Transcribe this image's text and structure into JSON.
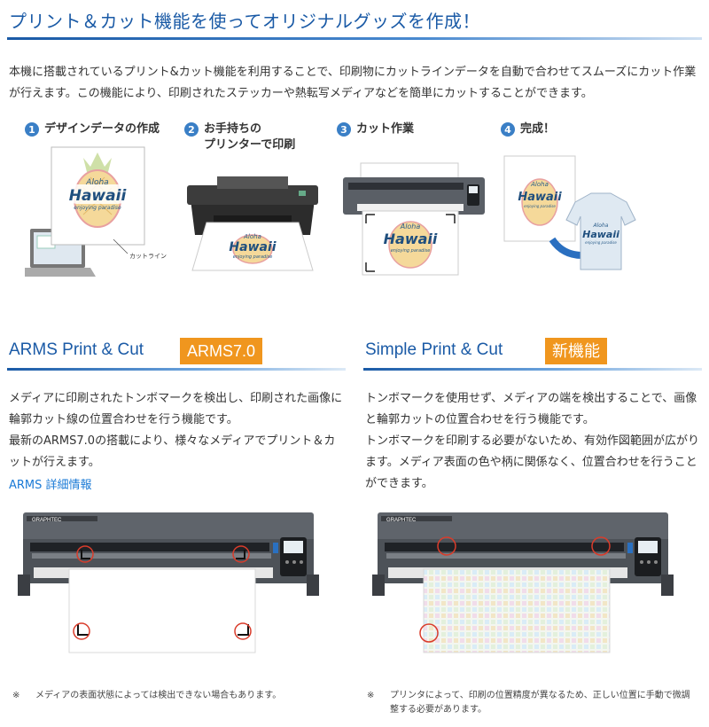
{
  "header": {
    "title": "プリント＆カット機能を使ってオリジナルグッズを作成！"
  },
  "intro": "本機に搭載されているプリント&カット機能を利用することで、印刷物にカットラインデータを自動で合わせてスムーズにカット作業が行えます。この機能により、印刷されたステッカーや熱転写メディアなどを簡単にカットすることができます。",
  "steps": [
    {
      "num": "1",
      "label": "デザインデータの作成"
    },
    {
      "num": "2",
      "label": "お手持ちの\nプリンターで印刷"
    },
    {
      "num": "3",
      "label": "カット作業"
    },
    {
      "num": "4",
      "label": "完成！"
    }
  ],
  "step1": {
    "cut_line_label": "カットライン"
  },
  "artwork": {
    "line1": "Aloha",
    "line2": "Hawaii",
    "line3": "enjoying paradise"
  },
  "machine": {
    "brand": "GRAPHTEC"
  },
  "arms": {
    "title": "ARMS Print & Cut",
    "badge": "ARMS7.0",
    "desc1": "メディアに印刷されたトンボマークを検出し、印刷された画像に輪郭カット線の位置合わせを行う機能です。",
    "desc2": "最新のARMS7.0の搭載により、様々なメディアでプリント＆カットが行えます。",
    "link": "ARMS 詳細情報",
    "note_mark": "※",
    "note": "メディアの表面状態によっては検出できない場合もあります。"
  },
  "simple": {
    "title": "Simple Print & Cut",
    "badge": "新機能",
    "desc1": "トンボマークを使用せず、メディアの端を検出することで、画像と輪郭カットの位置合わせを行う機能です。",
    "desc2": "トンボマークを印刷する必要がないため、有効作図範囲が広がります。メディア表面の色や柄に関係なく、位置合わせを行うことができます。",
    "note_mark": "※",
    "note": "プリンタによって、印刷の位置精度が異なるため、正しい位置に手動で微調整する必要があります。"
  },
  "colors": {
    "title_blue": "#1a5aa6",
    "badge_orange": "#f0961e",
    "link_blue": "#1a7ad6",
    "step_blue": "#3a7fc6"
  }
}
